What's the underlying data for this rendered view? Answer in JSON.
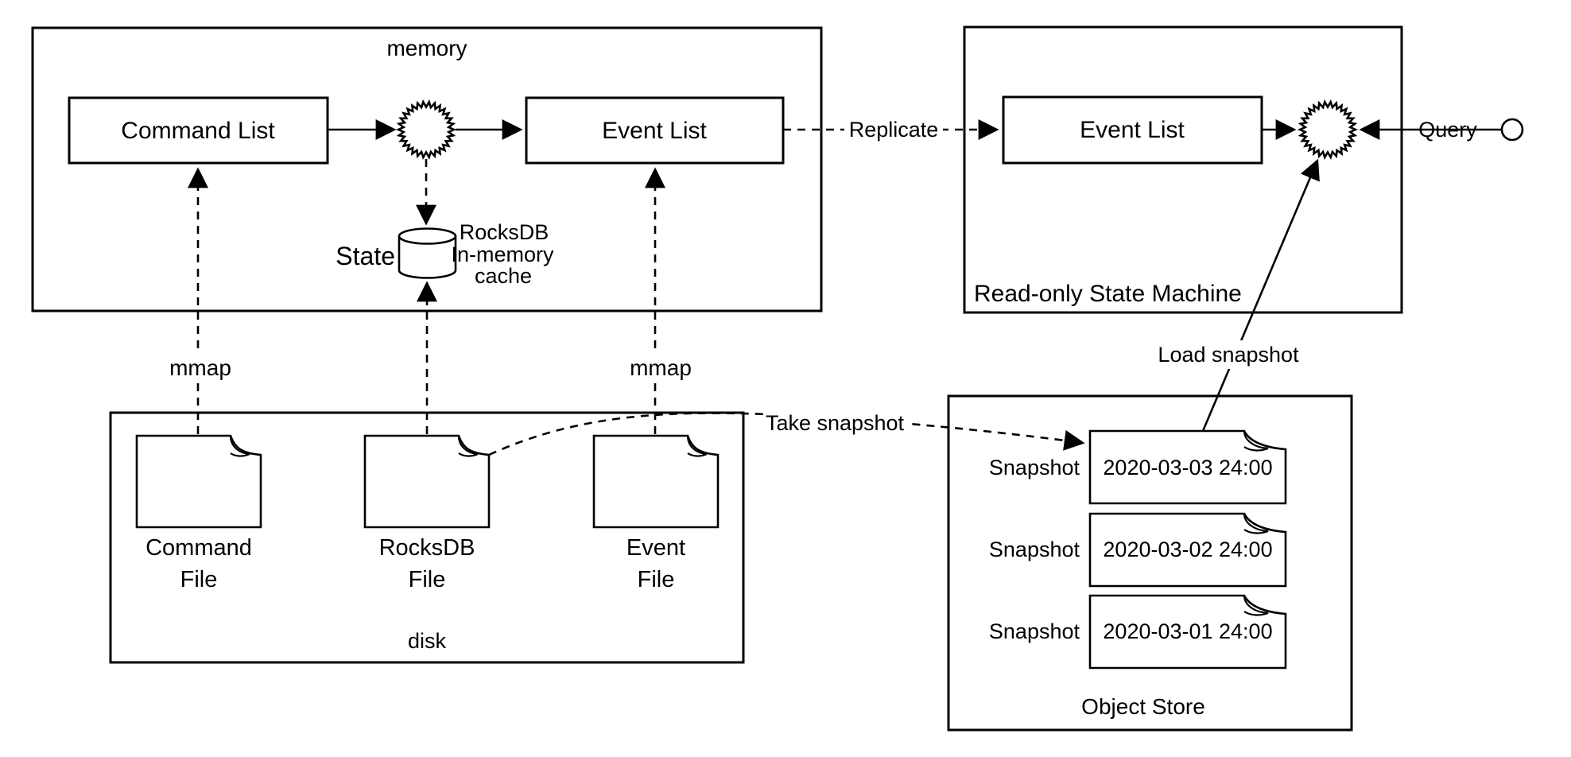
{
  "diagram": {
    "colors": {
      "stroke": "#000000",
      "background": "#ffffff"
    },
    "memory": {
      "label": "memory",
      "command_list": "Command List",
      "event_list": "Event List",
      "state_label": "State",
      "cache_lines": [
        "RocksDB",
        "In-memory",
        "cache"
      ]
    },
    "flow": {
      "replicate": "Replicate",
      "query": "Query",
      "mmap_left": "mmap",
      "mmap_right": "mmap",
      "take_snapshot": "Take snapshot",
      "load_snapshot": "Load snapshot"
    },
    "rsm": {
      "label": "Read-only State Machine",
      "event_list": "Event List"
    },
    "disk": {
      "label": "disk",
      "files": [
        {
          "line1": "Command",
          "line2": "File"
        },
        {
          "line1": "RocksDB",
          "line2": "File"
        },
        {
          "line1": "Event",
          "line2": "File"
        }
      ]
    },
    "object_store": {
      "label": "Object Store",
      "snapshots": [
        {
          "label": "Snapshot",
          "date": "2020-03-03 24:00"
        },
        {
          "label": "Snapshot",
          "date": "2020-03-02 24:00"
        },
        {
          "label": "Snapshot",
          "date": "2020-03-01 24:00"
        }
      ]
    }
  }
}
